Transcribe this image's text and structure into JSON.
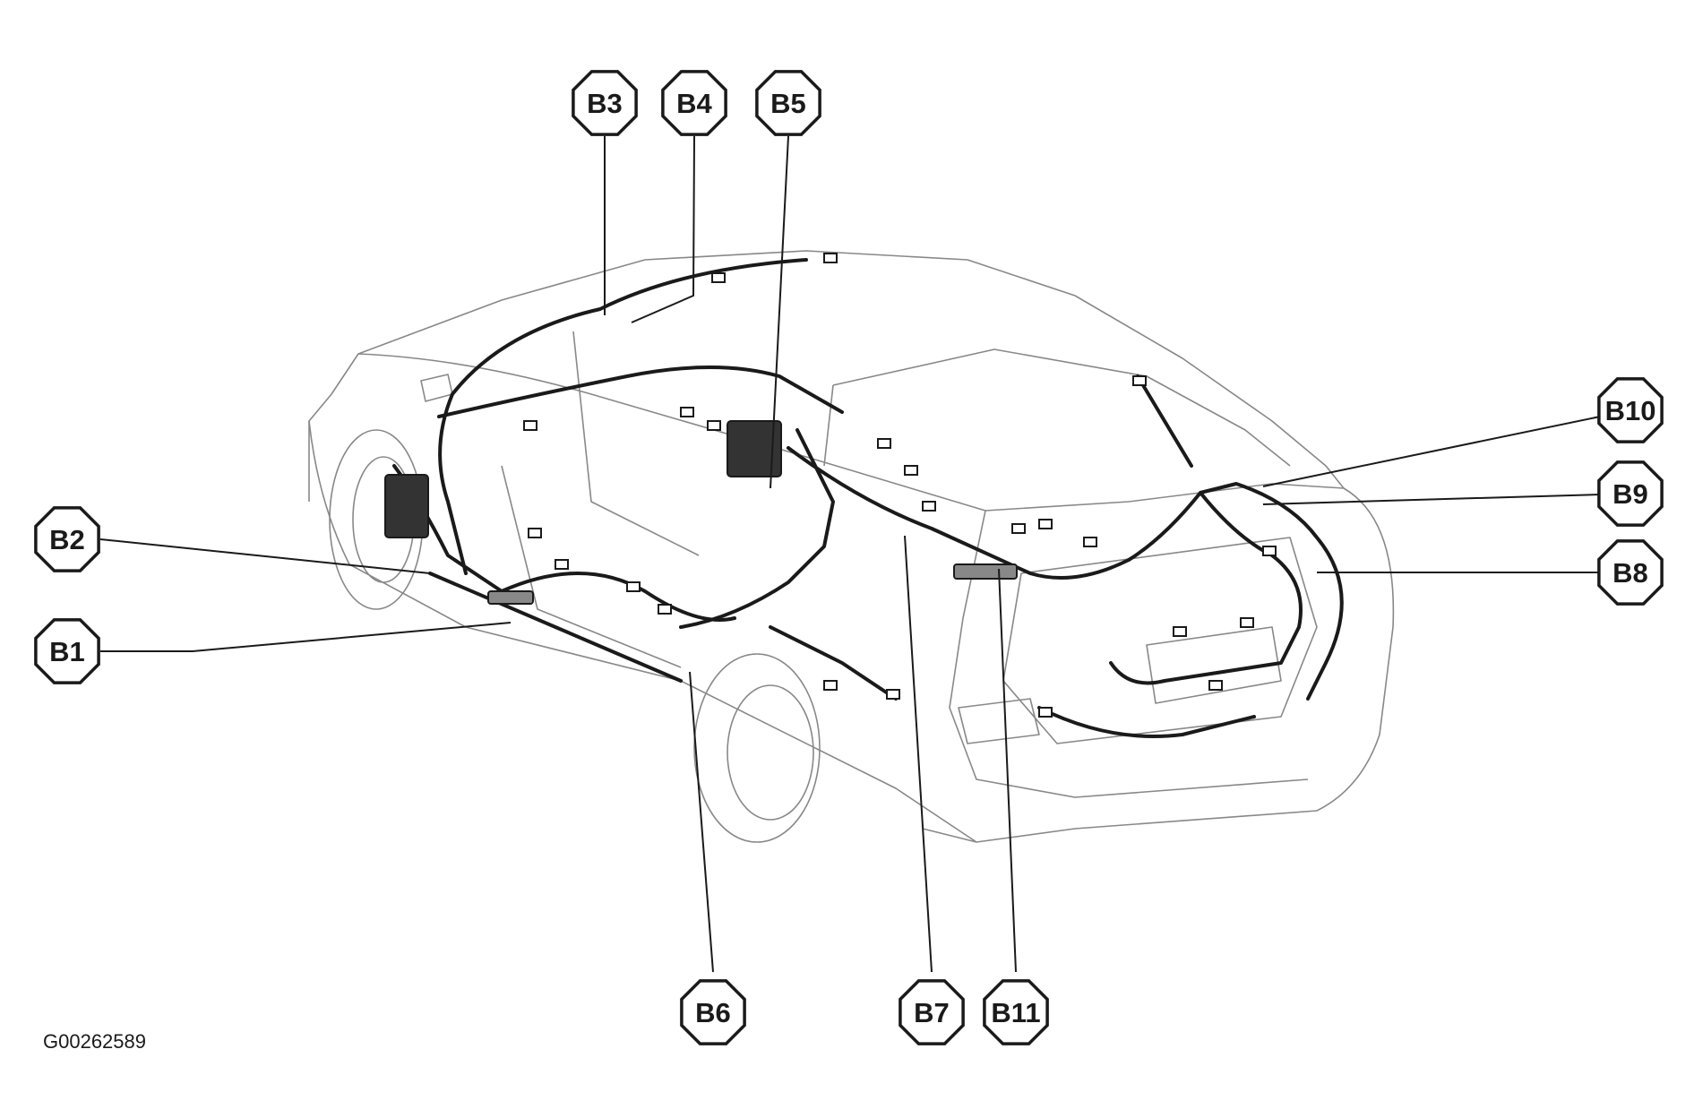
{
  "diagram": {
    "callouts": [
      "B1",
      "B2",
      "B3",
      "B4",
      "B5",
      "B6",
      "B7",
      "B8",
      "B9",
      "B10",
      "B11"
    ],
    "figure_id": "G00262589",
    "colors": {
      "ink": "#1a1a1a",
      "outline": "#888888",
      "paper": "#ffffff"
    }
  }
}
